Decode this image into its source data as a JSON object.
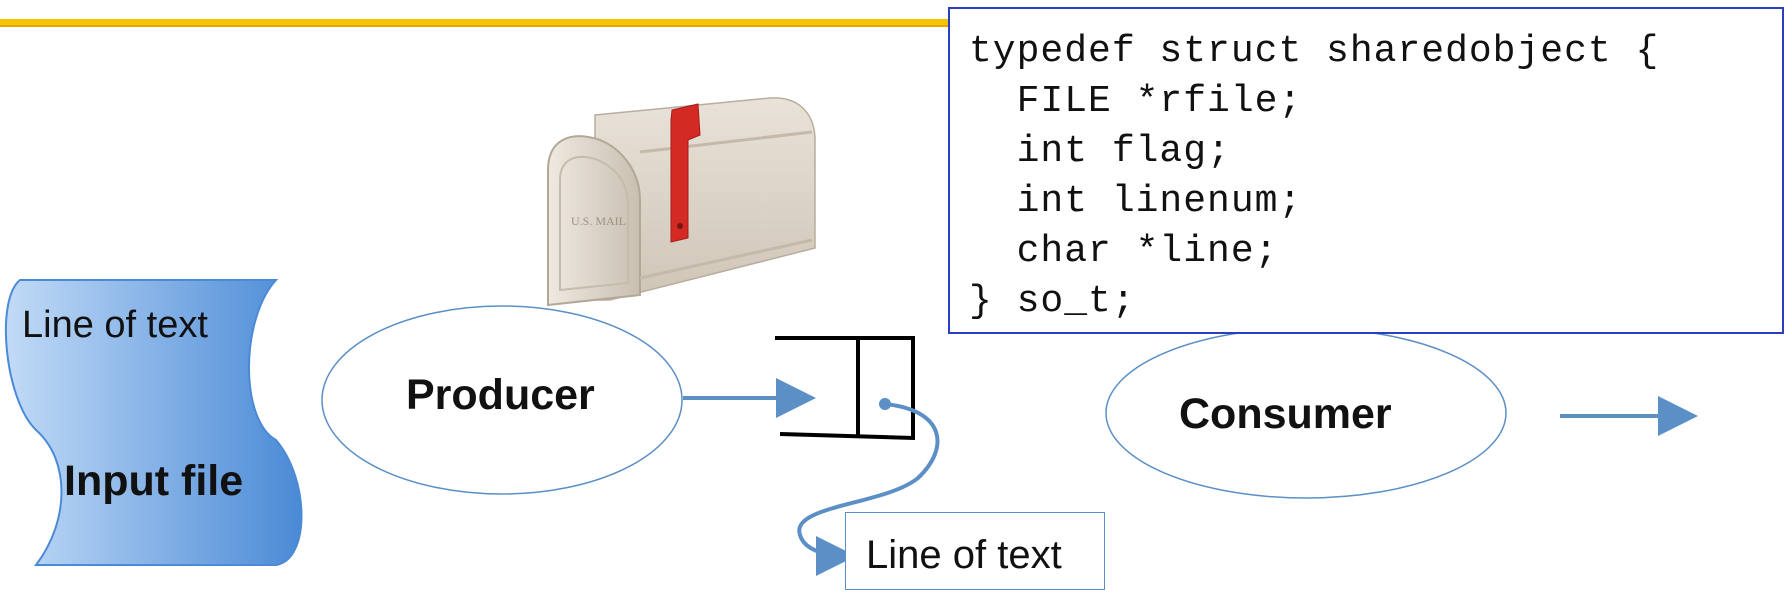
{
  "input_file": {
    "line_label": "Line of text",
    "title": "Input file"
  },
  "producer": {
    "label": "Producer"
  },
  "consumer": {
    "label": "Consumer"
  },
  "mailbox": {
    "text": "U.S. MAIL"
  },
  "code": {
    "lines": [
      "typedef struct sharedobject {",
      "  FILE *rfile;",
      "  int flag;",
      "  int linenum;",
      "  char *line;",
      "} so_t;"
    ]
  },
  "note": {
    "label": "Line of text"
  },
  "colors": {
    "header_line": "#f5c400",
    "document_gradient_light": "#b9d6f6",
    "document_gradient_dark": "#4a8ad6",
    "arrow": "#5b8fc6",
    "ellipse_border": "#5b8fc6",
    "code_border": "#2a3fbf",
    "mailbox_body": "#ddd3c6",
    "mailbox_flag": "#d42a24"
  }
}
